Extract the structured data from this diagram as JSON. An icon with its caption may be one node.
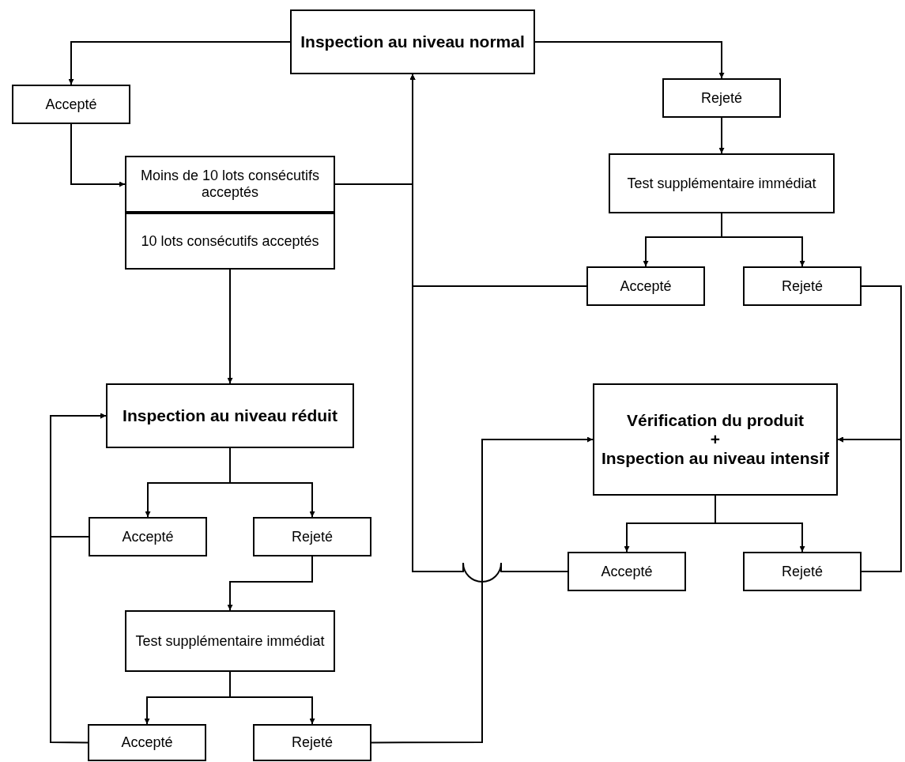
{
  "diagram": {
    "nodes": [
      {
        "text": [
          "Inspection au niveau normal"
        ]
      },
      {
        "text": [
          "Accepté"
        ]
      },
      {
        "text": [
          "Moins de 10 lots consécutifs acceptés"
        ]
      },
      {
        "text": [
          "10 lots consécutifs acceptés"
        ]
      },
      {
        "text": [
          "Rejeté"
        ]
      },
      {
        "text": [
          "Test supplémentaire immédiat"
        ]
      },
      {
        "text": [
          "Accepté"
        ]
      },
      {
        "text": [
          "Rejeté"
        ]
      },
      {
        "text": [
          "Inspection au niveau réduit"
        ]
      },
      {
        "text": [
          "Accepté"
        ]
      },
      {
        "text": [
          "Rejeté"
        ]
      },
      {
        "text": [
          "Test supplémentaire immédiat"
        ]
      },
      {
        "text": [
          "Accepté"
        ]
      },
      {
        "text": [
          "Rejeté"
        ]
      },
      {
        "text": [
          "Vérification du produit",
          "+",
          "Inspection au niveau intensif"
        ]
      },
      {
        "text": [
          "Accepté"
        ]
      },
      {
        "text": [
          "Rejeté"
        ]
      }
    ],
    "edges": [
      {
        "from": 0,
        "to": 1,
        "arrow": "to"
      },
      {
        "from": 0,
        "to": 4,
        "arrow": "to"
      },
      {
        "from": 1,
        "to": 2,
        "arrow": "to"
      },
      {
        "from": 2,
        "to": 0,
        "arrow": "to"
      },
      {
        "from": 3,
        "to": 8,
        "arrow": "to"
      },
      {
        "from": 4,
        "to": 5,
        "arrow": "to"
      },
      {
        "from": 5,
        "to": 6,
        "arrow": "to"
      },
      {
        "from": 5,
        "to": 7,
        "arrow": "to"
      },
      {
        "from": 6,
        "to": 0,
        "arrow": "to"
      },
      {
        "from": 7,
        "to": 14,
        "arrow": "to"
      },
      {
        "from": 8,
        "to": 9,
        "arrow": "to"
      },
      {
        "from": 8,
        "to": 10,
        "arrow": "to"
      },
      {
        "from": 9,
        "to": 8,
        "arrow": "to"
      },
      {
        "from": 10,
        "to": 11,
        "arrow": "to"
      },
      {
        "from": 11,
        "to": 12,
        "arrow": "to"
      },
      {
        "from": 11,
        "to": 13,
        "arrow": "to"
      },
      {
        "from": 12,
        "to": 8,
        "arrow": "to"
      },
      {
        "from": 13,
        "to": 14,
        "arrow": "to"
      },
      {
        "from": 14,
        "to": 15,
        "arrow": "to"
      },
      {
        "from": 14,
        "to": 16,
        "arrow": "to"
      },
      {
        "from": 15,
        "to": 0,
        "arrow": "to"
      },
      {
        "from": 16,
        "to": 14,
        "arrow": "to"
      }
    ]
  }
}
